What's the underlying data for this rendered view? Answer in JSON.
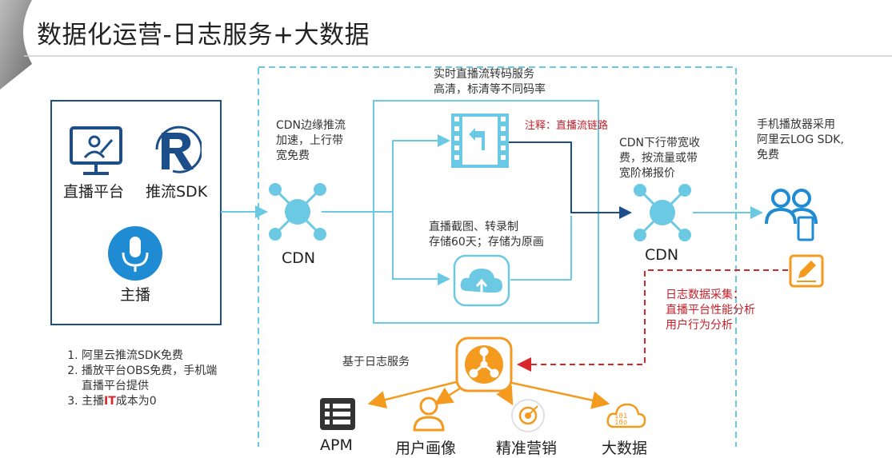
{
  "slide": {
    "title": "数据化运营-日志服务+大数据"
  },
  "left_panel": {
    "live_platform_label": "直播平台",
    "push_sdk_label": "推流SDK",
    "anchor_label": "主播"
  },
  "notes": [
    "阿里云推流SDK免费",
    "播放平台OBS免费，手机端直播平台提供",
    "主播IT成本为0"
  ],
  "notes_line2": {
    "prefix": "主播",
    "highlight": "IT",
    "suffix": "成本为0"
  },
  "cdn_left": {
    "label": "CDN",
    "desc": "CDN边缘推流\n加速，上行带\n宽免费"
  },
  "transcode": {
    "desc": "实时直播流转码服务\n高清，标清等不同码率",
    "annotation": "注释：直播流链路",
    "snapshot_desc": "直播截图、转录制\n存储60天；存储为原画"
  },
  "cdn_right": {
    "label": "CDN",
    "desc": "CDN下行带宽收\n费，按流量或带\n宽阶梯报价"
  },
  "mobile": {
    "desc": "手机播放器采用\n阿里云LOG SDK,\n免费"
  },
  "log_collect": {
    "desc": "日志数据采集：\n直播平台性能分析\n用户行为分析"
  },
  "log_service": {
    "label": "基于日志服务"
  },
  "outputs": [
    "APM",
    "用户画像",
    "精准营销",
    "大数据"
  ],
  "colors": {
    "accent_blue": "#1e8bd3",
    "light_blue": "#6cc9e3",
    "dark_blue": "#1c4e8a",
    "orange": "#f39a1f",
    "red": "#d8262b"
  }
}
